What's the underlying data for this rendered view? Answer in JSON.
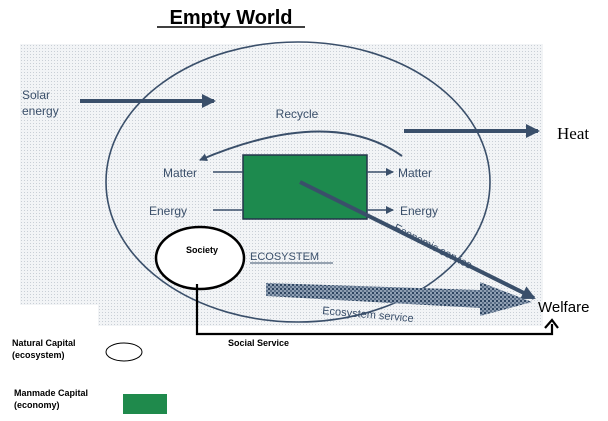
{
  "title": "Empty World",
  "labels": {
    "solar_energy_line1": "Solar",
    "solar_energy_line2": "energy",
    "recycle": "Recycle",
    "heat": "Heat",
    "matter_left": "Matter",
    "matter_right": "Matter",
    "energy_left": "Energy",
    "energy_right": "Energy",
    "economic_service": "Economic service",
    "society": "Society",
    "ecosystem": "ECOSYSTEM",
    "welfare": "Welfare",
    "ecosystem_service": "Ecosystem service",
    "social_service": "Social Service"
  },
  "legend": {
    "natural_capital_line1": "Natural Capital",
    "natural_capital_line2": "(ecosystem)",
    "manmade_capital_line1": "Manmade Capital",
    "manmade_capital_line2": "(economy)"
  },
  "colors": {
    "economy_box": "#1d8a4e",
    "legend_economy": "#1f8a4c",
    "diagram_ink": "#3a4f6a",
    "scan_background": "#e9edf0",
    "black": "#000000"
  }
}
